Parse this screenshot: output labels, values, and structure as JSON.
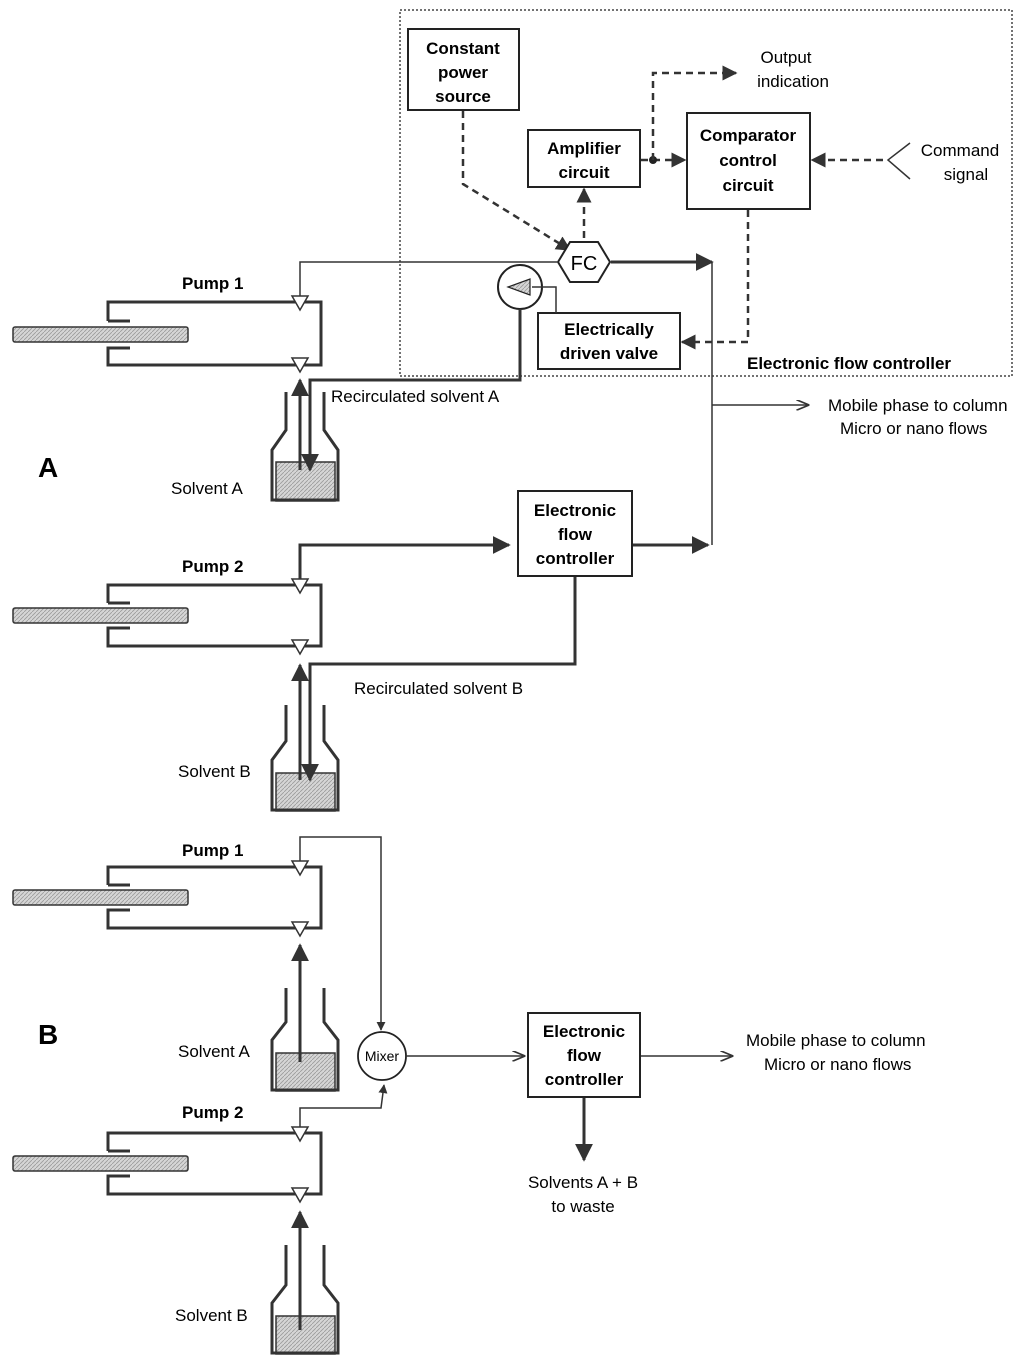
{
  "panel_a": {
    "label": "A",
    "pump1": "Pump 1",
    "pump2": "Pump 2",
    "solvent_a": "Solvent A",
    "solvent_b": "Solvent B",
    "recirc_a": "Recirculated solvent A",
    "recirc_b": "Recirculated solvent B",
    "efc_line1": "Electronic",
    "efc_line2": "flow",
    "efc_line3": "controller",
    "output_line1": "Mobile phase to column",
    "output_line2": "Micro or nano flows",
    "detail": {
      "title": "Electronic flow controller",
      "power_line1": "Constant",
      "power_line2": "power",
      "power_line3": "source",
      "amp_line1": "Amplifier",
      "amp_line2": "circuit",
      "comp_line1": "Comparator",
      "comp_line2": "control",
      "comp_line3": "circuit",
      "valve_line1": "Electrically",
      "valve_line2": "driven valve",
      "fc": "FC",
      "output_ind_line1": "Output",
      "output_ind_line2": "indication",
      "command_line1": "Command",
      "command_line2": "signal"
    }
  },
  "panel_b": {
    "label": "B",
    "pump1": "Pump 1",
    "pump2": "Pump 2",
    "solvent_a": "Solvent A",
    "solvent_b": "Solvent B",
    "mixer": "Mixer",
    "efc_line1": "Electronic",
    "efc_line2": "flow",
    "efc_line3": "controller",
    "output_line1": "Mobile phase to column",
    "output_line2": "Micro or nano flows",
    "waste_line1": "Solvents A + B",
    "waste_line2": "to waste"
  }
}
